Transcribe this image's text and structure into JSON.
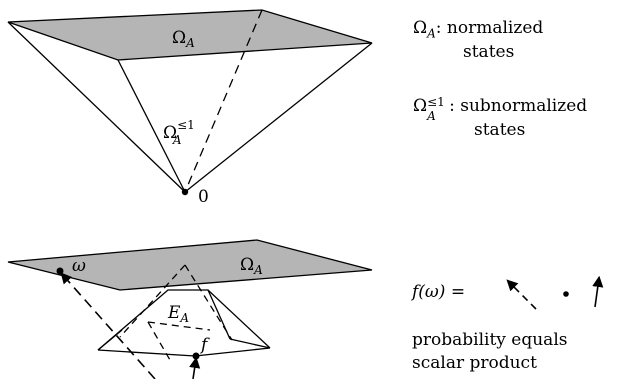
{
  "top": {
    "plane_label": "Ω",
    "plane_sub": "A",
    "cone_label": "Ω",
    "cone_sub": "A",
    "cone_sup": "≤1",
    "apex_label": "0"
  },
  "bottom": {
    "plane_label": "Ω",
    "plane_sub": "A",
    "state_label": "ω",
    "effect_set_label": "E",
    "effect_set_sub": "A",
    "effect_label": "f"
  },
  "legend": {
    "normalized": {
      "sym": "Ω",
      "sub": "A",
      "colon": ":",
      "line1": "normalized",
      "line2": "states"
    },
    "subnormalized": {
      "sym": "Ω",
      "sub": "A",
      "sup": "≤1",
      "colon": ":",
      "line1": "subnormalized",
      "line2": "states"
    },
    "f_of_omega": "f(ω) =",
    "probability_line1": "probability equals",
    "probability_line2": "scalar product"
  },
  "colors": {
    "plane_fill": "#b5b5b5",
    "stroke": "#000000"
  }
}
